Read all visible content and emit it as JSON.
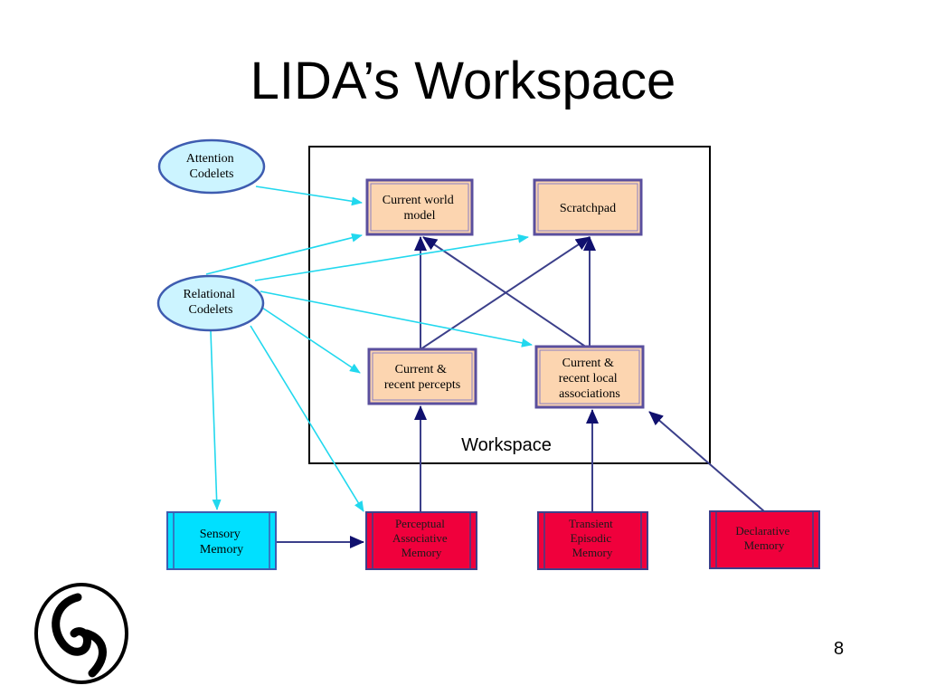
{
  "slide": {
    "title": "LIDA’s Workspace",
    "page_number": "8"
  },
  "workspace": {
    "label": "Workspace",
    "nodes": {
      "current_world_model": [
        "Current world",
        "model"
      ],
      "scratchpad": [
        "Scratchpad"
      ],
      "current_recent_percepts": [
        "Current &",
        "recent percepts"
      ],
      "current_recent_local_associations": [
        "Current &",
        "recent  local",
        "associations"
      ]
    }
  },
  "codelets": {
    "attention": [
      "Attention",
      "Codelets"
    ],
    "relational": [
      "Relational",
      "Codelets"
    ]
  },
  "memories": {
    "sensory": [
      "Sensory",
      "Memory"
    ],
    "perceptual_associative": [
      "Perceptual",
      "Associative",
      "Memory"
    ],
    "transient_episodic": [
      "Transient",
      "Episodic",
      "Memory"
    ],
    "declarative": [
      "Declarative",
      "Memory"
    ]
  },
  "colors": {
    "node_fill": "#fcd5b0",
    "node_border": "#5a4f9e",
    "ellipse_fill": "#ccf4ff",
    "ellipse_border": "#3e5cb0",
    "sensory_fill": "#00e0ff",
    "memory_red": "#f0003c",
    "cyan_arrow": "#22d8ee",
    "navy_arrow": "#3b3f8a",
    "navy_head": "#10106e"
  },
  "logo": "lida-spiral-logo"
}
